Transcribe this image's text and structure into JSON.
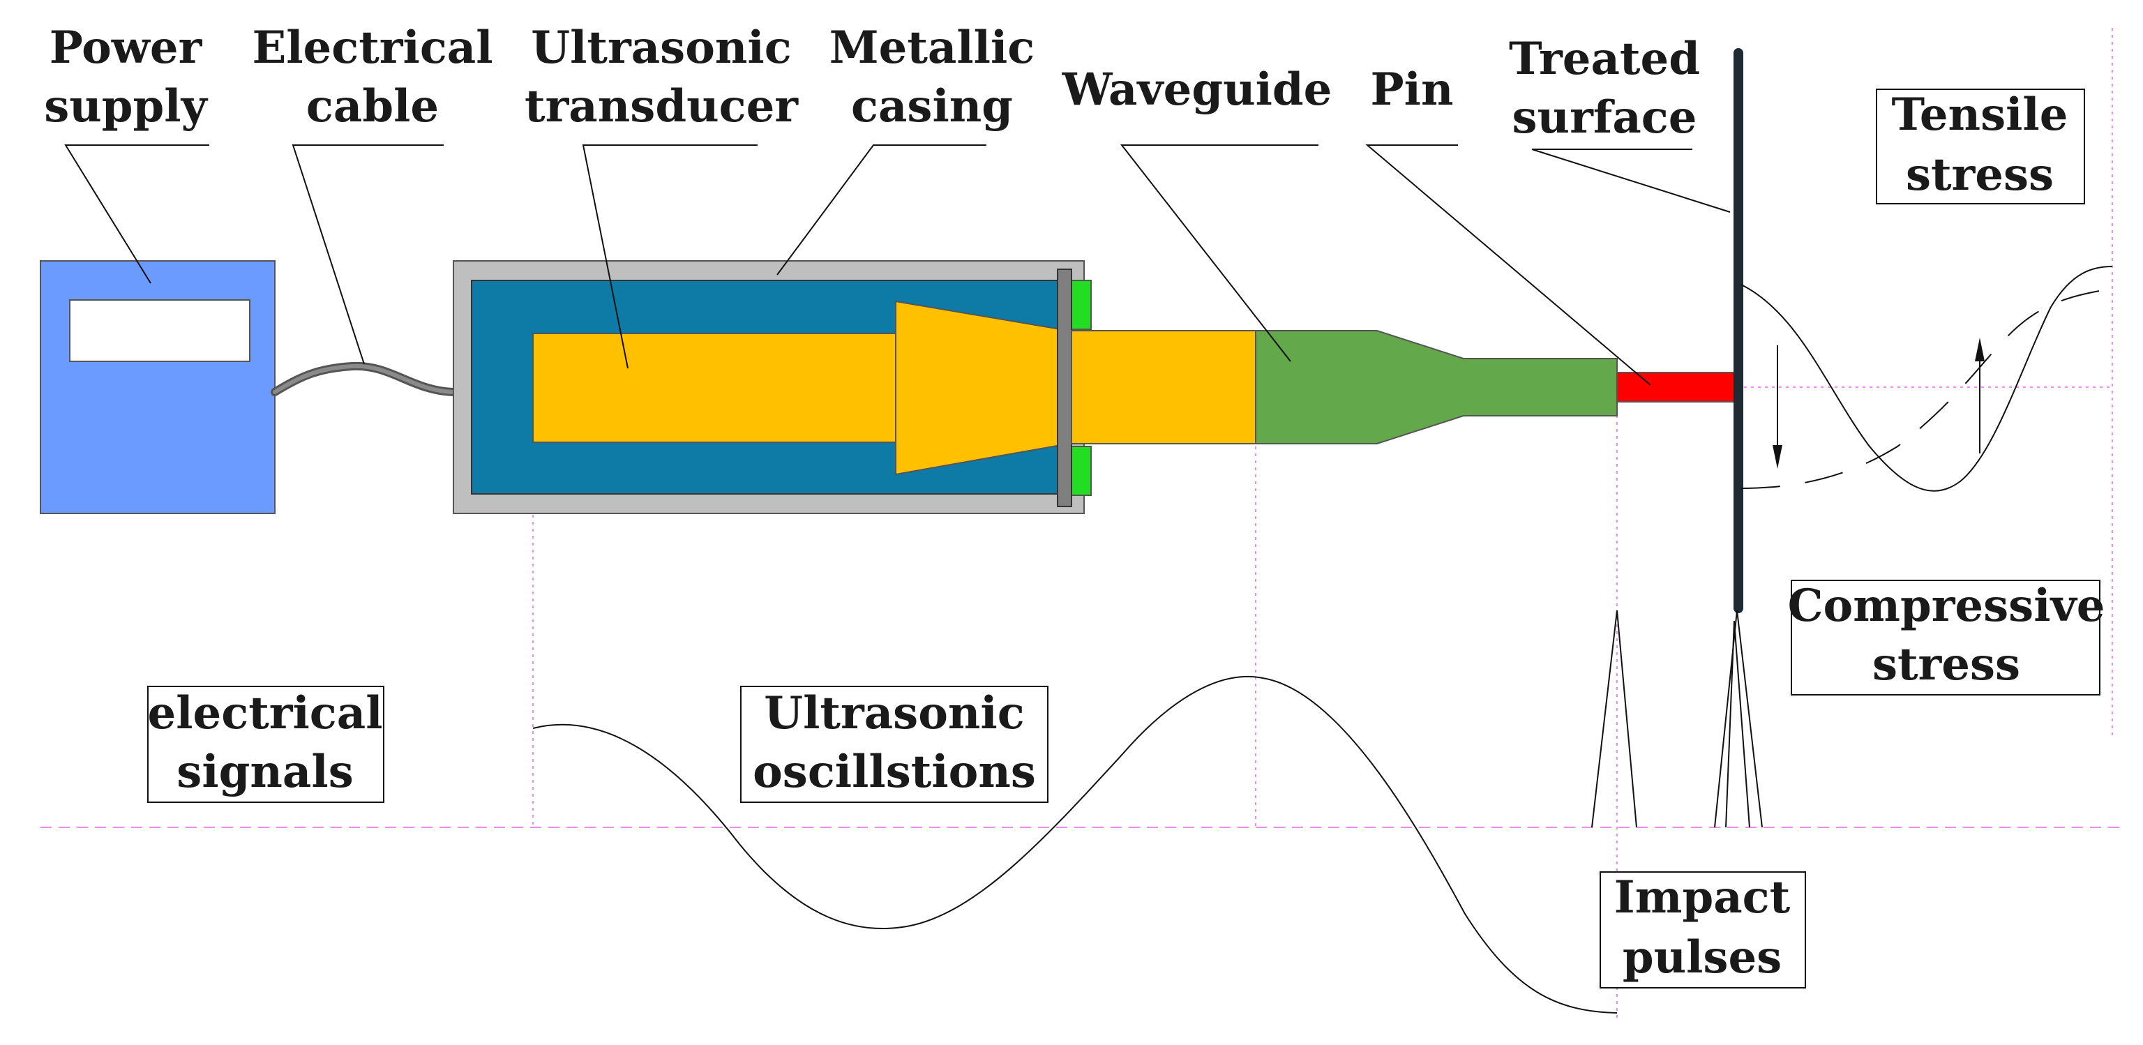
{
  "labels": {
    "power_supply": [
      "Power",
      "supply"
    ],
    "electrical_cable": [
      "Electrical",
      "cable"
    ],
    "ultrasonic_transducer": [
      "Ultrasonic",
      "transducer"
    ],
    "metallic_casing": [
      "Metallic",
      "casing"
    ],
    "waveguide": "Waveguide",
    "pin": "Pin",
    "treated_surface": [
      "Treated",
      "surface"
    ],
    "tensile_stress": [
      "Tensile",
      "stress"
    ],
    "compressive_stress": [
      "Compressive",
      "stress"
    ],
    "electrical_signals": [
      "electrical",
      "signals"
    ],
    "ultrasonic_oscillations": [
      "Ultrasonic",
      "oscillstions"
    ],
    "impact_pulses": [
      "Impact",
      "pulses"
    ]
  },
  "colors": {
    "power_supply_box": "#6b9bff",
    "casing": "#bfbfbf",
    "casing_inner": "#0e7aa6",
    "transducer": "#ffc000",
    "flange_green": "#22dd22",
    "waveguide": "#63a84a",
    "pin": "#ff0000",
    "surface": "#1f2a33",
    "guide_line": "#f08cf0"
  }
}
